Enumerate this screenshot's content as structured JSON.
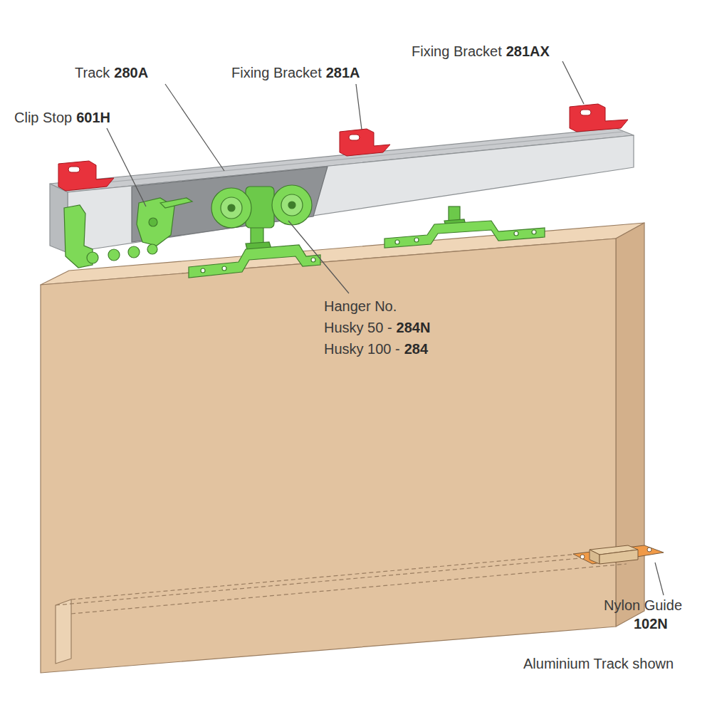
{
  "diagram": {
    "labels": [
      "Track",
      "280A",
      "Clip Stop",
      "601H",
      "Fixing Bracket",
      "281A",
      "Fixing Bracket",
      "281AX",
      "Hanger No.",
      "Husky 50 -",
      "284N",
      "Husky 100 -",
      "284",
      "Nylon Guide",
      "102N",
      "Aluminium Track shown"
    ]
  }
}
